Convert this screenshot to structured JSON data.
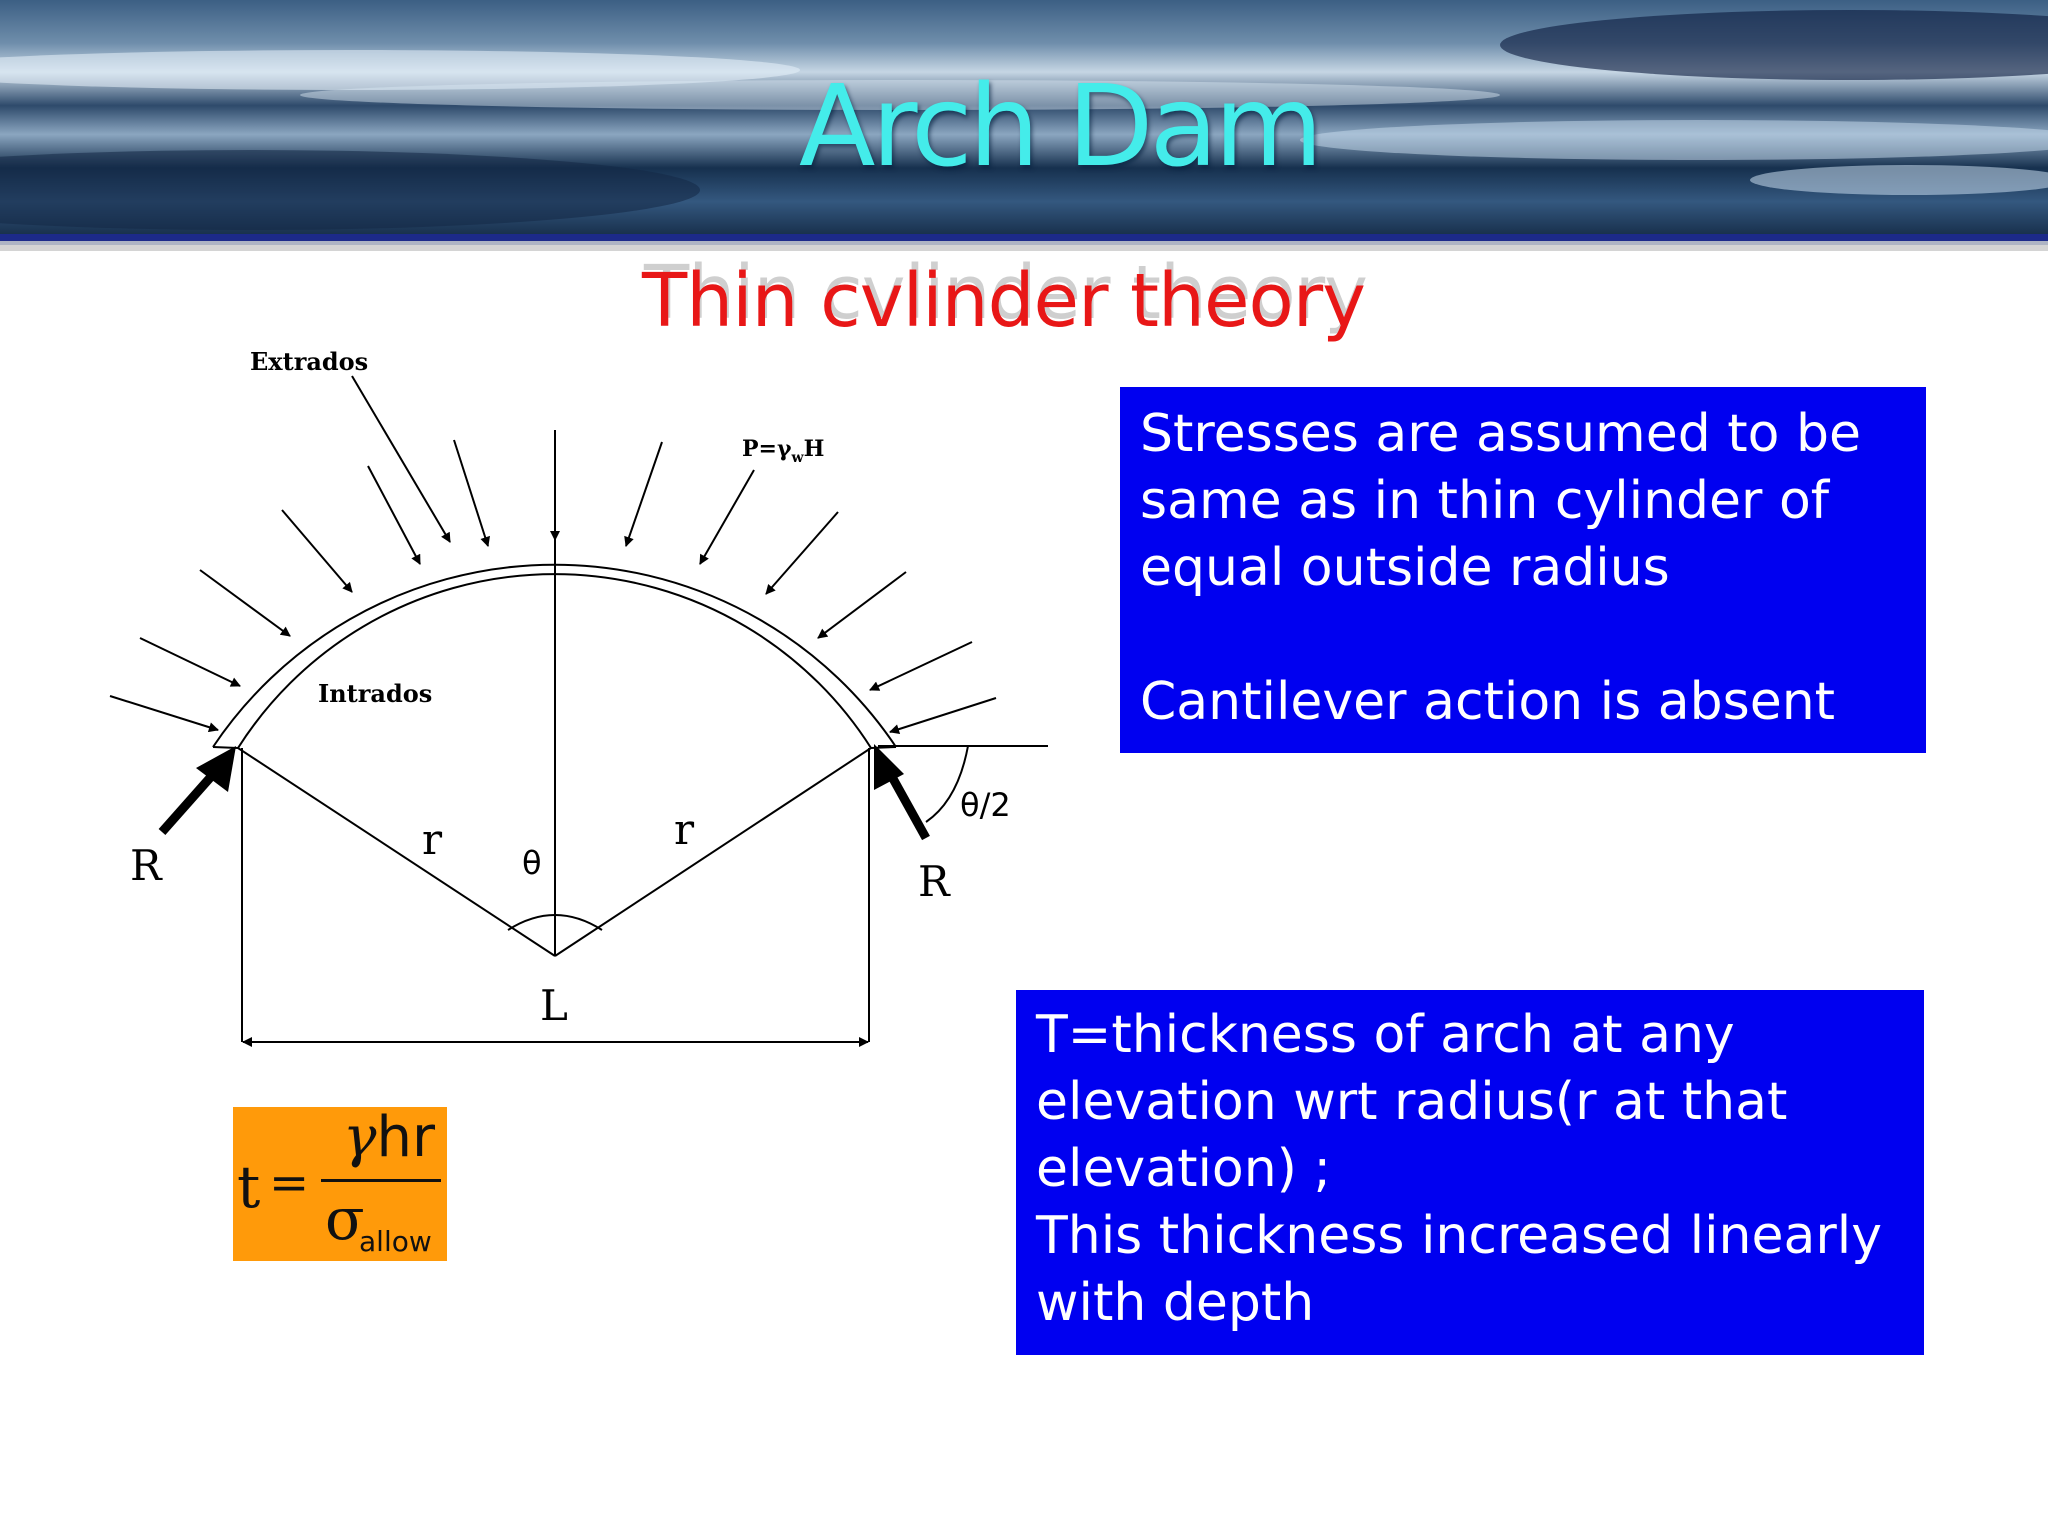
{
  "title": "Arch Dam",
  "subtitle": "Thin cvlinder theory",
  "diagram": {
    "extrados_label": "Extrados",
    "pressure_label_p": "P=",
    "pressure_label_gamma": "γ",
    "pressure_label_w": "w",
    "pressure_label_h": "H",
    "intrados_label": "Intrados",
    "reaction_left": "R",
    "reaction_right": "R",
    "radius_left": "r",
    "radius_right": "r",
    "angle_center": "θ",
    "angle_half": "θ/2",
    "span_label": "L"
  },
  "box1": {
    "line1": "Stresses are assumed to be",
    "line2": "same as in thin cylinder of",
    "line3": "equal outside radius",
    "line4": "Cantilever action is absent"
  },
  "box2": {
    "line1": "T=thickness of arch at any",
    "line2": "elevation wrt radius(r at that",
    "line3": "elevation) ;",
    "line4": "This thickness increased linearly",
    "line5": "with depth"
  },
  "formula": {
    "lhs": "t",
    "equals": "=",
    "numerator_symbol": "γ",
    "numerator_rest": "hr",
    "denominator_symbol": "σ",
    "denominator_subscript": "allow"
  },
  "colors": {
    "title": "#44ecea",
    "subtitle": "#e81717",
    "box_fill": "#0000f0",
    "formula_fill": "#ff9a0a"
  }
}
